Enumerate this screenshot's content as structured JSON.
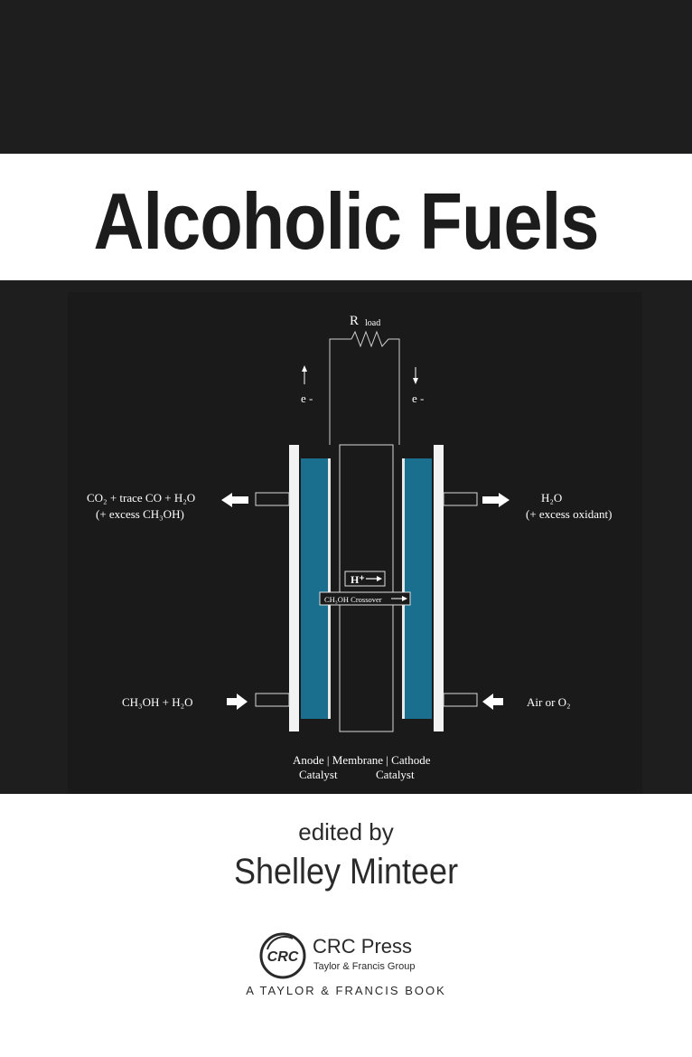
{
  "cover": {
    "title": "Alcoholic Fuels",
    "edited_by": "edited by",
    "editor": "Shelley Minteer"
  },
  "figure": {
    "load_label": "R",
    "load_sub": "load",
    "electron_left": "e -",
    "electron_right": "e -",
    "anode_outlet_line1": "CO₂ + trace CO + H₂O",
    "anode_outlet_line2": "(+ excess CH₃OH)",
    "cathode_outlet_line1": "H₂O",
    "cathode_outlet_line2": "(+ excess oxidant)",
    "proton_label": "H⁺",
    "crossover_label": "CH₃OH Crossover",
    "anode_inlet": "CH₃OH + H₂O",
    "cathode_inlet": "Air or O₂",
    "bottom_line1": "Anode | Membrane | Cathode",
    "bottom_line2_left": "Catalyst",
    "bottom_line2_right": "Catalyst"
  },
  "publisher": {
    "logo_text": "CRC",
    "name": "CRC Press",
    "group": "Taylor & Francis Group",
    "tagline": "A TAYLOR & FRANCIS BOOK"
  },
  "colors": {
    "dark_band": "#1f1e1f",
    "catalyst": "#1b6f8e",
    "text_dark": "#2a2a2a"
  }
}
